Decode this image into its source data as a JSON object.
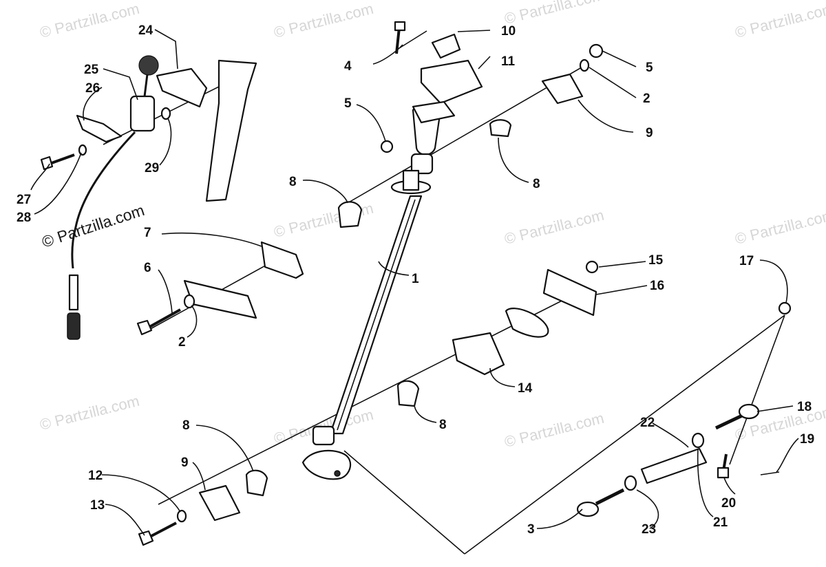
{
  "watermark": {
    "text": "© Partzilla.com"
  },
  "callouts": [
    {
      "n": "1"
    },
    {
      "n": "2"
    },
    {
      "n": "2"
    },
    {
      "n": "3"
    },
    {
      "n": "4"
    },
    {
      "n": "5"
    },
    {
      "n": "5"
    },
    {
      "n": "6"
    },
    {
      "n": "7"
    },
    {
      "n": "8"
    },
    {
      "n": "8"
    },
    {
      "n": "8"
    },
    {
      "n": "8"
    },
    {
      "n": "9"
    },
    {
      "n": "9"
    },
    {
      "n": "10"
    },
    {
      "n": "11"
    },
    {
      "n": "12"
    },
    {
      "n": "13"
    },
    {
      "n": "14"
    },
    {
      "n": "15"
    },
    {
      "n": "16"
    },
    {
      "n": "17"
    },
    {
      "n": "18"
    },
    {
      "n": "19"
    },
    {
      "n": "20"
    },
    {
      "n": "21"
    },
    {
      "n": "22"
    },
    {
      "n": "23"
    },
    {
      "n": "24"
    },
    {
      "n": "25"
    },
    {
      "n": "26"
    },
    {
      "n": "27"
    },
    {
      "n": "28"
    },
    {
      "n": "29"
    }
  ]
}
